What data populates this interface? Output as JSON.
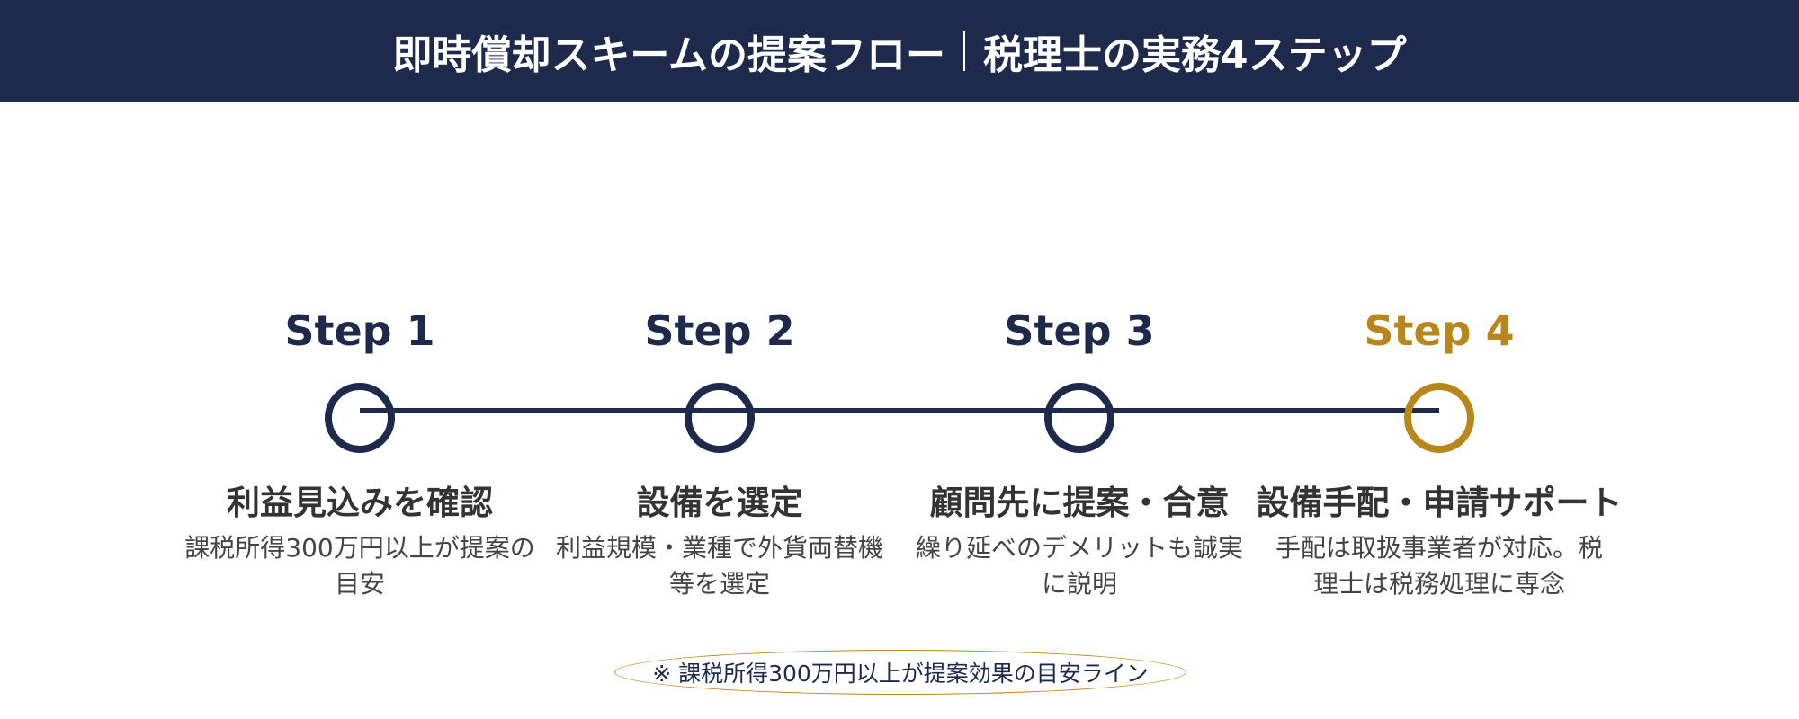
{
  "header": {
    "title_main": "即時償却スキームの提案フロー",
    "title_sub": "税理士の実務4ステップ"
  },
  "colors": {
    "navy": "#1d2a4c",
    "gold": "#b8861a"
  },
  "steps": [
    {
      "label": "Step 1",
      "title": "利益見込みを確認",
      "desc": "課税所得300万円以上が提案の目安"
    },
    {
      "label": "Step 2",
      "title": "設備を選定",
      "desc": "利益規模・業種で外貨両替機等を選定"
    },
    {
      "label": "Step 3",
      "title": "顧問先に提案・合意",
      "desc": "繰り延べのデメリットも誠実に説明"
    },
    {
      "label": "Step 4",
      "title": "設備手配・申請サポート",
      "desc": "手配は取扱事業者が対応。税理士は税務処理に専念"
    }
  ],
  "note": "※ 課税所得300万円以上が提案効果の目安ライン"
}
